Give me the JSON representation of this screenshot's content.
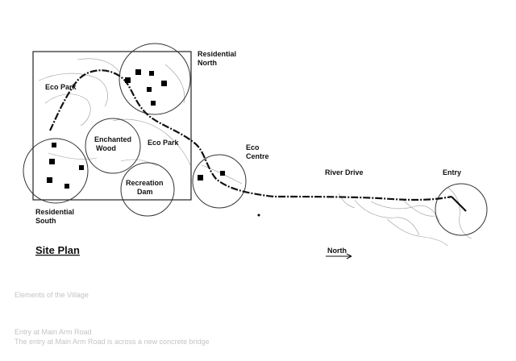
{
  "plan": {
    "title": "Site Plan",
    "north_label": "North",
    "zones": {
      "residential_north": [
        "Residential",
        "North"
      ],
      "residential_south": [
        "Residential",
        "South"
      ],
      "eco_park_west": "Eco Park",
      "eco_park_central": "Eco Park",
      "enchanted_wood": [
        "Enchanted",
        "Wood"
      ],
      "recreation_dam": [
        "Recreation",
        "Dam"
      ],
      "eco_centre": [
        "Eco",
        "Centre"
      ],
      "river_drive": "River Drive",
      "entry": "Entry"
    }
  },
  "captions": {
    "heading": "Elements of the Village",
    "entry_title": "Entry at Main Arm Road",
    "entry_note": "The entry at Main Arm Road is across a new concrete bridge"
  }
}
